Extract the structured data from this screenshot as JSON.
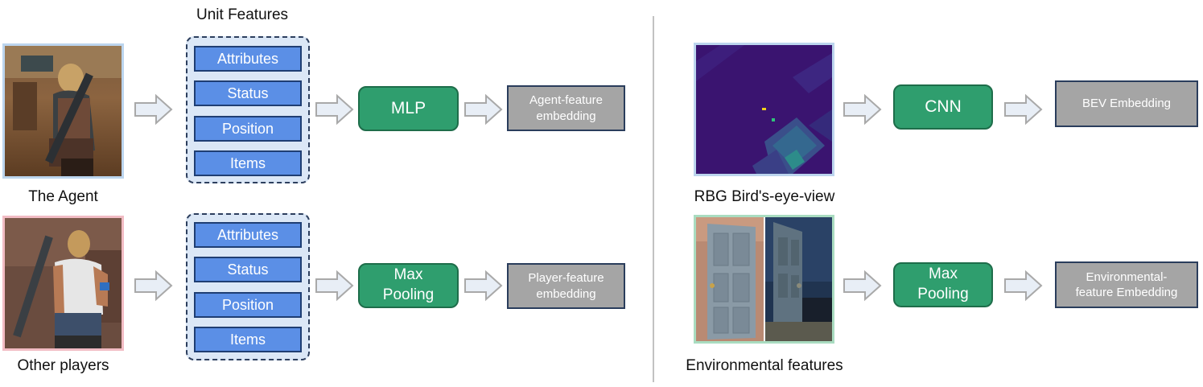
{
  "left": {
    "unit_features_title": "Unit Features",
    "agent_caption": "The Agent",
    "others_caption": "Other players",
    "agent_features": [
      "Attributes",
      "Status",
      "Position",
      "Items"
    ],
    "player_features": [
      "Attributes",
      "Status",
      "Position",
      "Items"
    ],
    "agent_op": "MLP",
    "player_op_line1": "Max",
    "player_op_line2": "Pooling",
    "agent_emb_line1": "Agent-feature",
    "agent_emb_line2": "embedding",
    "player_emb_line1": "Player-feature",
    "player_emb_line2": "embedding"
  },
  "right": {
    "bev_caption": "RBG Bird's-eye-view",
    "env_caption": "Environmental features",
    "bev_op": "CNN",
    "env_op_line1": "Max",
    "env_op_line2": "Pooling",
    "bev_emb": "BEV Embedding",
    "env_emb_line1": "Environmental-",
    "env_emb_line2": "feature Embedding"
  },
  "colors": {
    "feature_box": "#5b8fe6",
    "operator_box": "#2f9e6e",
    "embedding_box": "#a5a5a5",
    "bev_background": "#3a1470"
  }
}
